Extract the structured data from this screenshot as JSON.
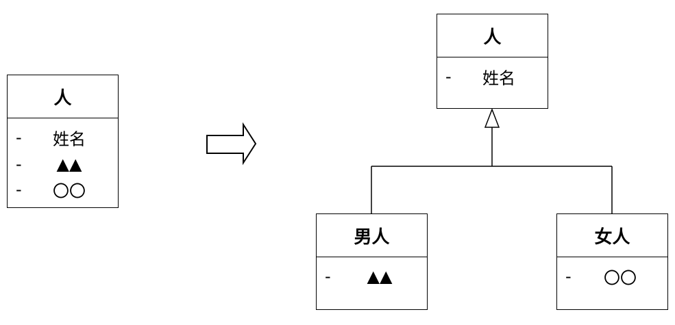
{
  "source_class": {
    "name": "人",
    "attributes": [
      {
        "visibility": "-",
        "name": "姓名"
      },
      {
        "visibility": "-",
        "name": "▲▲"
      },
      {
        "visibility": "-",
        "name": "〇〇"
      }
    ]
  },
  "parent_class": {
    "name": "人",
    "attributes": [
      {
        "visibility": "-",
        "name": "姓名"
      }
    ]
  },
  "child_class_male": {
    "name": "男人",
    "attributes": [
      {
        "visibility": "-",
        "name": "▲▲"
      }
    ]
  },
  "child_class_female": {
    "name": "女人",
    "attributes": [
      {
        "visibility": "-",
        "name": "〇〇"
      }
    ]
  },
  "colors": {
    "stroke": "#000000",
    "background": "#ffffff"
  },
  "icons": {
    "transform_arrow": "block-right-arrow-icon",
    "generalization": "hollow-triangle-arrowhead-icon"
  }
}
